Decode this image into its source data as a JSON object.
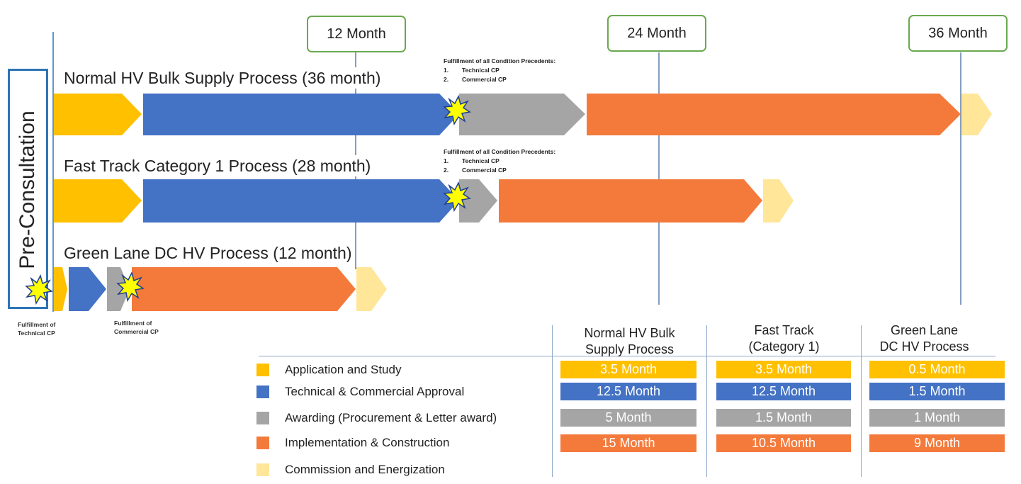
{
  "milestones": [
    {
      "label": "12 Month"
    },
    {
      "label": "24 Month"
    },
    {
      "label": "36 Month"
    }
  ],
  "pre_consultation": "Pre-Consultation",
  "processes": [
    {
      "title": "Normal  HV Bulk Supply Process (36 month)"
    },
    {
      "title": "Fast Track Category 1 Process (28 month)"
    },
    {
      "title": "Green Lane DC HV Process (12 month)"
    }
  ],
  "precedent_note": {
    "title": "Fulfillment of all Condition Precedents:",
    "items": [
      {
        "num": "1.",
        "text": "Technical CP"
      },
      {
        "num": "2.",
        "text": "Commercial CP"
      }
    ]
  },
  "fulfil_technical": [
    "Fulfillment of",
    "Technical CP"
  ],
  "fulfil_commercial": [
    "Fulfillment of",
    "Commercial CP"
  ],
  "legend": [
    {
      "label": "Application and Study",
      "color": "#ffc000"
    },
    {
      "label": "Technical & Commercial Approval",
      "color": "#4472c4"
    },
    {
      "label": "Awarding (Procurement & Letter award)",
      "color": "#a5a5a5"
    },
    {
      "label": "Implementation & Construction",
      "color": "#f47a3c"
    },
    {
      "label": "Commission and Energization",
      "color": "#ffe699"
    }
  ],
  "table": {
    "columns": [
      {
        "line1": "Normal  HV Bulk",
        "line2": "Supply Process"
      },
      {
        "line1": "Fast Track",
        "line2": "(Category 1)"
      },
      {
        "line1": "Green Lane",
        "line2": "DC HV Process"
      }
    ],
    "rows": [
      [
        "3.5 Month",
        "3.5 Month",
        "0.5 Month"
      ],
      [
        "12.5 Month",
        "12.5 Month",
        "1.5 Month"
      ],
      [
        "5 Month",
        "1.5 Month",
        "1 Month"
      ],
      [
        "15 Month",
        "10.5 Month",
        "9 Month"
      ]
    ]
  },
  "colors": {
    "application": "#ffc000",
    "approval": "#4472c4",
    "awarding": "#a5a5a5",
    "implementation": "#f47a3c",
    "commission": "#ffe699",
    "milestone_border": "#6aa84f",
    "precon_border": "#2e75b6",
    "starburst": "#ffff00"
  },
  "icons": [
    "starburst-icon"
  ]
}
